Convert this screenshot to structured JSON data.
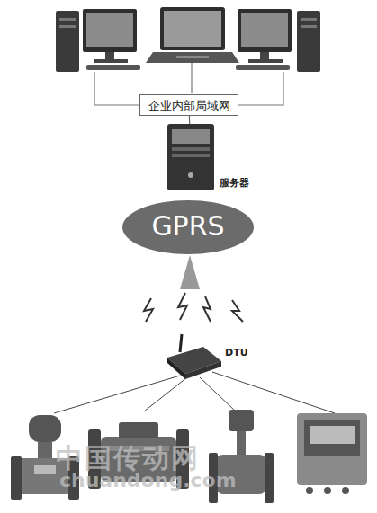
{
  "diagram": {
    "nodes": [
      {
        "text": [
          "企业内部局域网"
        ]
      },
      {
        "text": [
          "服务器"
        ]
      },
      {
        "text": [
          "GPRS"
        ]
      },
      {
        "text": [
          "DTU"
        ]
      }
    ],
    "edges": [
      {
        "from": 0,
        "to": 1,
        "arrow": "none"
      }
    ],
    "labels": [
      "中国传动网",
      "chuandong.com"
    ]
  }
}
